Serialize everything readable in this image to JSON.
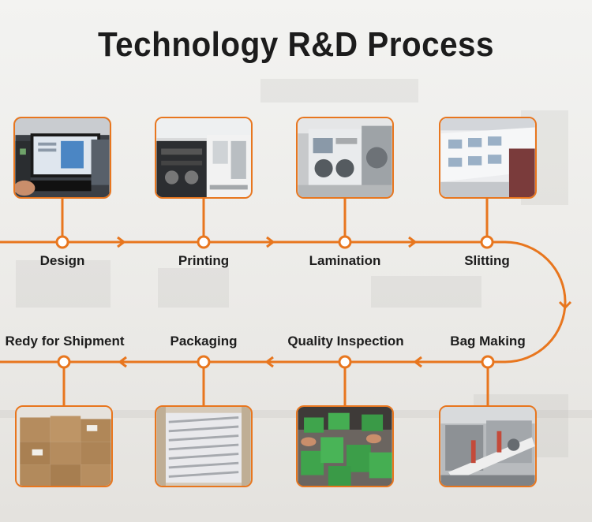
{
  "title": "Technology R&D Process",
  "accent_color": "#e8761e",
  "steps_top": [
    {
      "label": "Design",
      "icon": "computer-design-photo"
    },
    {
      "label": "Printing",
      "icon": "printing-machine-photo"
    },
    {
      "label": "Lamination",
      "icon": "lamination-machine-photo"
    },
    {
      "label": "Slitting",
      "icon": "slitting-film-photo"
    }
  ],
  "steps_bottom": [
    {
      "label": "Redy for Shipment",
      "icon": "cardboard-boxes-photo"
    },
    {
      "label": "Packaging",
      "icon": "packaged-bags-photo"
    },
    {
      "label": "Quality Inspection",
      "icon": "green-bags-inspection-photo"
    },
    {
      "label": "Bag Making",
      "icon": "bag-making-machine-photo"
    }
  ]
}
